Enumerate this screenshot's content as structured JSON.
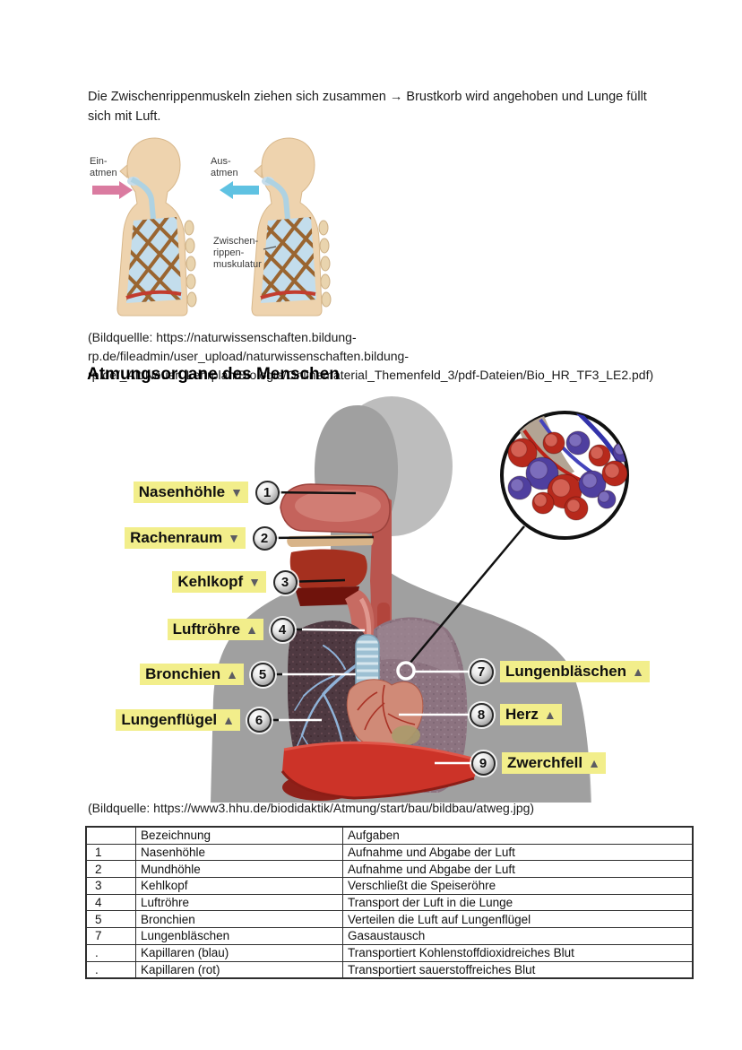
{
  "page": {
    "intro_text": "Die Zwischenrippenmuskeln ziehen sich zusammen → Brustkorb wird angehoben und Lunge füllt sich mit Luft.",
    "source1": "(Bildquellle: https://naturwissenschaften.bildung-rp.de/fileadmin/user_upload/naturwissenschaften.bildung-rp.de/_Alt/Neuer_Lehrplan/Biologie/Onlinematerial_Themenfeld_3/pdf-Dateien/Bio_HR_TF3_LE2.pdf)",
    "heading": "Atmungsorgane des Menschen",
    "source2": "(Bildquelle: https://www3.hhu.de/biodidaktik/Atmung/start/bau/bildbau/atweg.jpg)"
  },
  "breathing": {
    "inhale_line1": "Ein-",
    "inhale_line2": "atmen",
    "exhale_line1": "Aus-",
    "exhale_line2": "atmen",
    "muscle_line1": "Zwischen-",
    "muscle_line2": "rippen-",
    "muscle_line3": "muskulatur"
  },
  "anatomy": {
    "labels": [
      {
        "num": "1",
        "text": "Nasenhöhle",
        "glyph": "▼"
      },
      {
        "num": "2",
        "text": "Rachenraum",
        "glyph": "▼"
      },
      {
        "num": "3",
        "text": "Kehlkopf",
        "glyph": "▼"
      },
      {
        "num": "4",
        "text": "Luftröhre",
        "glyph": "▲"
      },
      {
        "num": "5",
        "text": "Bronchien",
        "glyph": "▲"
      },
      {
        "num": "6",
        "text": "Lungenflügel",
        "glyph": "▲"
      },
      {
        "num": "7",
        "text": "Lungenbläschen",
        "glyph": "▲"
      },
      {
        "num": "8",
        "text": "Herz",
        "glyph": "▲"
      },
      {
        "num": "9",
        "text": "Zwerchfell",
        "glyph": "▲"
      }
    ]
  },
  "table": {
    "headers": [
      "",
      "Bezeichnung",
      "Aufgaben"
    ],
    "rows": [
      [
        "1",
        "Nasenhöhle",
        "Aufnahme und Abgabe der Luft"
      ],
      [
        "2",
        "Mundhöhle",
        "Aufnahme und Abgabe der Luft"
      ],
      [
        "3",
        "Kehlkopf",
        "Verschließt die Speiseröhre"
      ],
      [
        "4",
        "Luftröhre",
        "Transport der Luft in die Lunge"
      ],
      [
        "5",
        "Bronchien",
        "Verteilen die Luft auf Lungenflügel"
      ],
      [
        "7",
        "Lungenbläschen",
        "Gasaustausch"
      ],
      [
        ".",
        "Kapillaren (blau)",
        "Transportiert Kohlenstoffdioxidreiches Blut"
      ],
      [
        ".",
        "Kapillaren (rot)",
        "Transportiert sauerstoffreiches Blut"
      ]
    ]
  },
  "colors": {
    "label_highlight": "#f2ee8b",
    "inhale_arrow": "#da7ba0",
    "exhale_arrow": "#5fc2e2",
    "diaphragm_red": "#cc3328",
    "dark_lung": "#4e3941",
    "light_lung": "#8c7380"
  }
}
